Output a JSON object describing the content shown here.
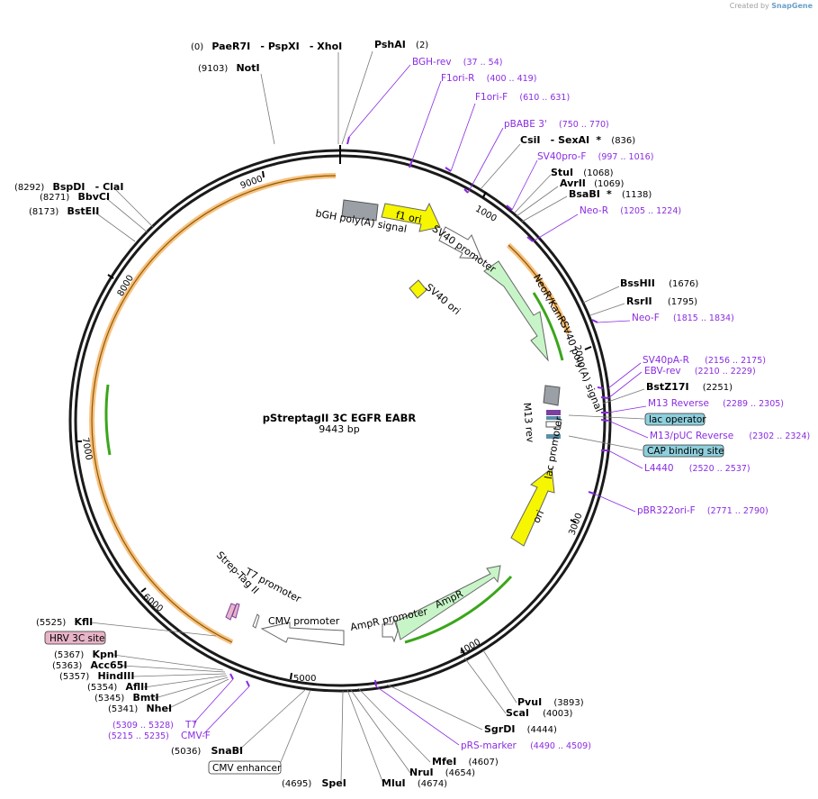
{
  "watermark": {
    "prefix": "Created by",
    "brand": "SnapGene"
  },
  "plasmid": {
    "name": "pStreptagII 3C EGFR EABR",
    "size": "9443 bp"
  },
  "colors": {
    "backbone": "#1a1a1a",
    "primer": "#8a2be2",
    "orf_orange": "#f7b66a",
    "orf_stroke": "#b8860b",
    "green_orf": "#3aa61a",
    "yellow_feature": "#f6f600",
    "pale_green": "#c8f5c8",
    "grey_feature": "#9aa0a6",
    "box_blue": "#8ecfdd",
    "box_pink": "#e8b4c8"
  },
  "ticks": [
    {
      "label": "1000"
    },
    {
      "label": "2000"
    },
    {
      "label": "3000"
    },
    {
      "label": "4000"
    },
    {
      "label": "5000"
    },
    {
      "label": "6000"
    },
    {
      "label": "7000"
    },
    {
      "label": "8000"
    },
    {
      "label": "9000"
    }
  ],
  "enzymes_top": [
    {
      "pos": "(0)",
      "name": "PaeR7I",
      "extra1": "- PspXI",
      "extra2": "- XhoI"
    },
    {
      "pos": "(9103)",
      "name": "NotI"
    },
    {
      "name": "PshAI",
      "pos": "(2)"
    }
  ],
  "primers_right": [
    {
      "name": "BGH-rev",
      "range": "(37 .. 54)"
    },
    {
      "name": "F1ori-R",
      "range": "(400 .. 419)"
    },
    {
      "name": "F1ori-F",
      "range": "(610 .. 631)"
    },
    {
      "name": "pBABE 3'",
      "range": "(750 .. 770)"
    },
    {
      "name": "SV40pro-F",
      "range": "(997 .. 1016)"
    },
    {
      "name": "Neo-R",
      "range": "(1205 .. 1224)"
    },
    {
      "name": "Neo-F",
      "range": "(1815 .. 1834)"
    },
    {
      "name": "SV40pA-R",
      "range": "(2156 .. 2175)"
    },
    {
      "name": "EBV-rev",
      "range": "(2210 .. 2229)"
    },
    {
      "name": "M13 Reverse",
      "range": "(2289 .. 2305)"
    },
    {
      "name": "M13/pUC Reverse",
      "range": "(2302 .. 2324)"
    },
    {
      "name": "L4440",
      "range": "(2520 .. 2537)"
    },
    {
      "name": "pBR322ori-F",
      "range": "(2771 .. 2790)"
    },
    {
      "name": "pRS-marker",
      "range": "(4490 .. 4509)"
    },
    {
      "name": "T7",
      "range": "(5309 .. 5328)"
    },
    {
      "name": "CMV-F",
      "range": "(5215 .. 5235)"
    }
  ],
  "enzymes_right": [
    {
      "name": "CsiI",
      "extra": "- SexAI",
      "star": "*",
      "pos": "(836)"
    },
    {
      "name": "StuI",
      "pos": "(1068)"
    },
    {
      "name": "AvrII",
      "pos": "(1069)"
    },
    {
      "name": "BsaBI",
      "star": "*",
      "pos": "(1138)"
    },
    {
      "name": "BssHII",
      "pos": "(1676)"
    },
    {
      "name": "RsrII",
      "pos": "(1795)"
    },
    {
      "name": "BstZ17I",
      "pos": "(2251)"
    }
  ],
  "boxes_right": [
    {
      "label": "lac operator"
    },
    {
      "label": "CAP binding site"
    }
  ],
  "enzymes_bottom": [
    {
      "name": "PvuI",
      "pos": "(3893)"
    },
    {
      "name": "ScaI",
      "pos": "(4003)"
    },
    {
      "name": "SgrDI",
      "pos": "(4444)"
    },
    {
      "name": "MfeI",
      "pos": "(4607)"
    },
    {
      "name": "NruI",
      "pos": "(4654)"
    },
    {
      "name": "MluI",
      "pos": "(4674)"
    },
    {
      "pos": "(4695)",
      "name": "SpeI"
    },
    {
      "pos": "(5036)",
      "name": "SnaBI"
    }
  ],
  "boxes_bottom": [
    {
      "label": "CMV enhancer"
    }
  ],
  "enzymes_left": [
    {
      "pos": "(8292)",
      "name": "BspDI",
      "extra": "- ClaI"
    },
    {
      "pos": "(8271)",
      "name": "BbvCI"
    },
    {
      "pos": "(8173)",
      "name": "BstEII"
    },
    {
      "pos": "(5525)",
      "name": "KflI"
    },
    {
      "pos": "(5367)",
      "name": "KpnI"
    },
    {
      "pos": "(5363)",
      "name": "Acc65I"
    },
    {
      "pos": "(5357)",
      "name": "HindIII"
    },
    {
      "pos": "(5354)",
      "name": "AflII"
    },
    {
      "pos": "(5345)",
      "name": "BmtI"
    },
    {
      "pos": "(5341)",
      "name": "NheI"
    }
  ],
  "boxes_left": [
    {
      "label": "HRV 3C site"
    }
  ],
  "features": [
    {
      "label": "f1 ori"
    },
    {
      "label": "bGH poly(A) signal"
    },
    {
      "label": "SV40 promoter"
    },
    {
      "label": "SV40 ori"
    },
    {
      "label": "NeoR/KanR"
    },
    {
      "label": "SV40 poly(A) signal"
    },
    {
      "label": "M13 rev"
    },
    {
      "label": "lac promoter"
    },
    {
      "label": "ori"
    },
    {
      "label": "AmpR"
    },
    {
      "label": "AmpR promoter"
    },
    {
      "label": "CMV promoter"
    },
    {
      "label": "T7 promoter"
    },
    {
      "label": "Strep-Tag II"
    }
  ]
}
